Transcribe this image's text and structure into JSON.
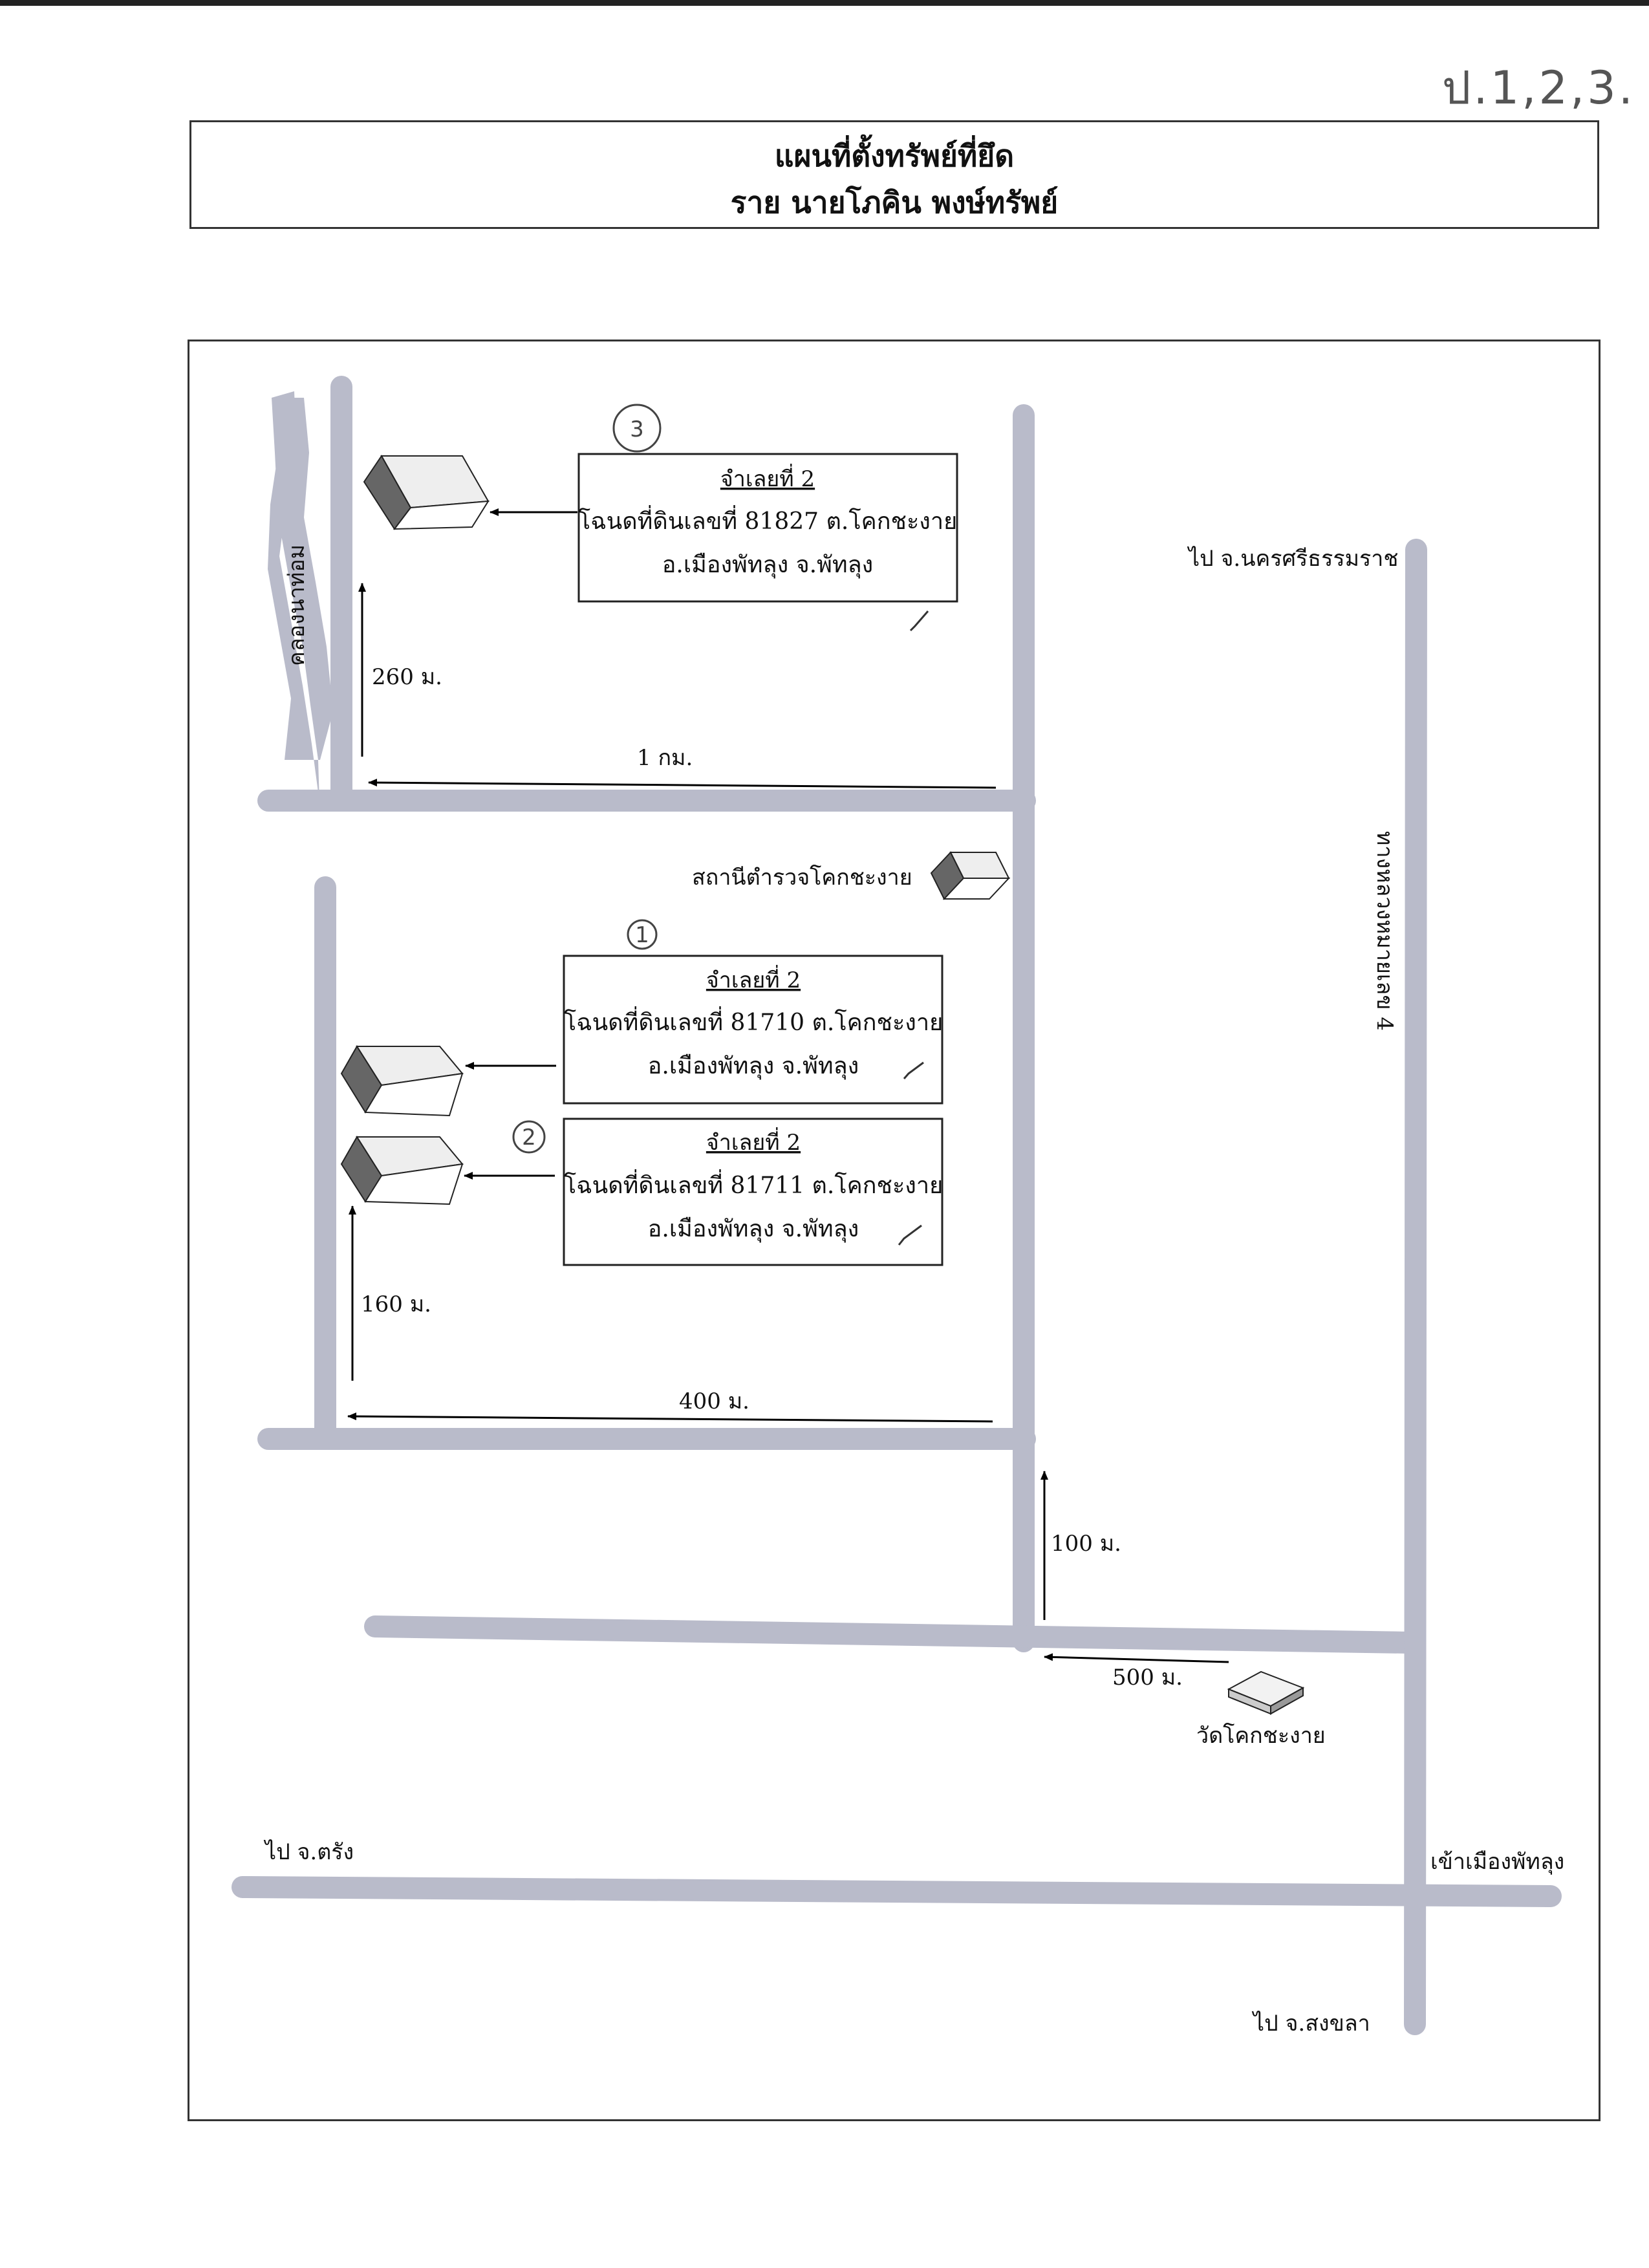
{
  "corner_note": "ป.1,2,3.",
  "header": {
    "title_line1": "แผนที่ตั้งทรัพย์ที่ยึด",
    "title_line2": "ราย นายโภคิน พงษ์ทรัพย์"
  },
  "map": {
    "canal_label": "คลองนาท่อม",
    "highway_label": "ทางหลวงหมายเลข 4",
    "direction_labels": {
      "nakhon": "ไป จ.นครศรีธรรมราช",
      "trang": "ไป จ.ตรัง",
      "city": "เข้าเมืองพัทลุง",
      "songkhla": "ไป จ.สงขลา"
    },
    "landmarks": {
      "police": "สถานีตำรวจโคกชะงาย",
      "temple": "วัดโคกชะงาย"
    },
    "distances": {
      "d260": "260 ม.",
      "d1km": "1 กม.",
      "d160": "160 ม.",
      "d400": "400 ม.",
      "d100": "100 ม.",
      "d500": "500 ม."
    },
    "parcels": [
      {
        "number": "3",
        "title": "จำเลยที่ 2",
        "line1": "โฉนดที่ดินเลขที่ 81827 ต.โคกชะงาย",
        "line2": "อ.เมืองพัทลุง จ.พัทลุง"
      },
      {
        "number": "1",
        "title": "จำเลยที่ 2",
        "line1": "โฉนดที่ดินเลขที่ 81710 ต.โคกชะงาย",
        "line2": "อ.เมืองพัทลุง จ.พัทลุง"
      },
      {
        "number": "2",
        "title": "จำเลยที่ 2",
        "line1": "โฉนดที่ดินเลขที่ 81711 ต.โคกชะงาย",
        "line2": "อ.เมืองพัทลุง จ.พัทลุง"
      }
    ]
  }
}
